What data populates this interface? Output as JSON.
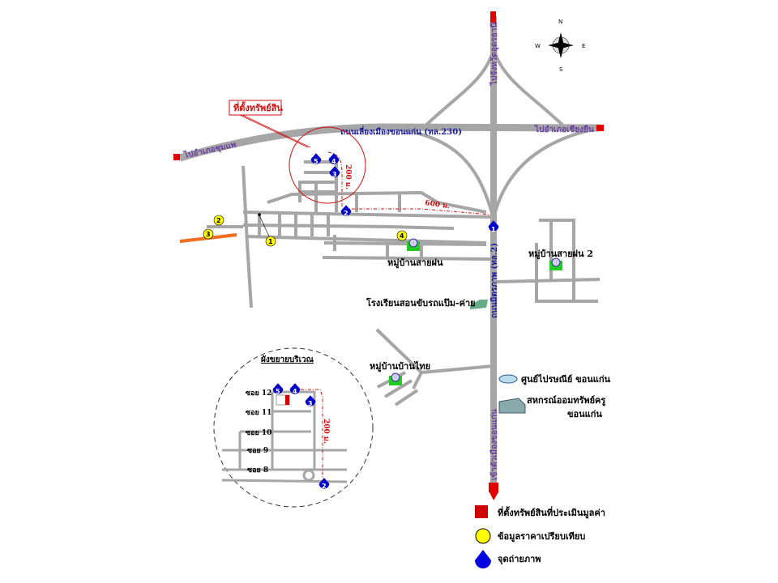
{
  "map": {
    "compass": {
      "n": "N",
      "s": "S",
      "e": "E",
      "w": "W"
    },
    "roads": {
      "bypass": "ถนนเลี่ยงเมืองขอนแก่น (ทล.230)",
      "to_chumphae": "ไปอำเภอชุมแพ",
      "to_chiang_yuen": "ไปอำเภอเชียงยืน",
      "to_udon": "ไปจังหวัดอุดรธานี",
      "mittraphap": "ถนนมิตรภาพ (ทล.2)",
      "to_city": "เข้าตัวเมืองขอนแก่น"
    },
    "property_callout": "ที่ตั้งทรัพย์สิน",
    "distances": {
      "d200": "200 ม.",
      "d600": "600 ม."
    },
    "places": {
      "sai_fon": "หมู่บ้านสายฝน",
      "sai_fon_2": "หมู่บ้านสายฝน 2",
      "driving_school": "โรงเรียนสอนขับรถแป๊ม-ค่าย",
      "ban_thai": "หมู่บ้านบ้านไทย",
      "post_office": "ศูนย์ไปรษณีย์ ขอนแก่น",
      "coop_line1": "สหกรณ์ออมทรัพย์ครู",
      "coop_line2": "ขอนแก่น"
    },
    "photo_points": [
      "1",
      "2",
      "3",
      "4",
      "5"
    ],
    "comparables": [
      "1",
      "2",
      "3",
      "4"
    ],
    "inset": {
      "title": "ผังขยายบริเวณ",
      "sois": [
        "ซอย 12",
        "ซอย 11",
        "ซอย 10",
        "ซอย 9",
        "ซอย 8"
      ],
      "distance": "200 ม."
    },
    "legend": {
      "property": "ที่ตั้งทรัพย์สินที่ประเมินมูลค่า",
      "comparable": "ข้อมูลราคาเปรียบเทียบ",
      "photo_point": "จุดถ่ายภาพ"
    },
    "colors": {
      "road": "#a6a6a6",
      "arrow": "#e00000",
      "pin": "#0000c8",
      "comparable": "#ffff00",
      "side_road": "#f07020"
    }
  }
}
